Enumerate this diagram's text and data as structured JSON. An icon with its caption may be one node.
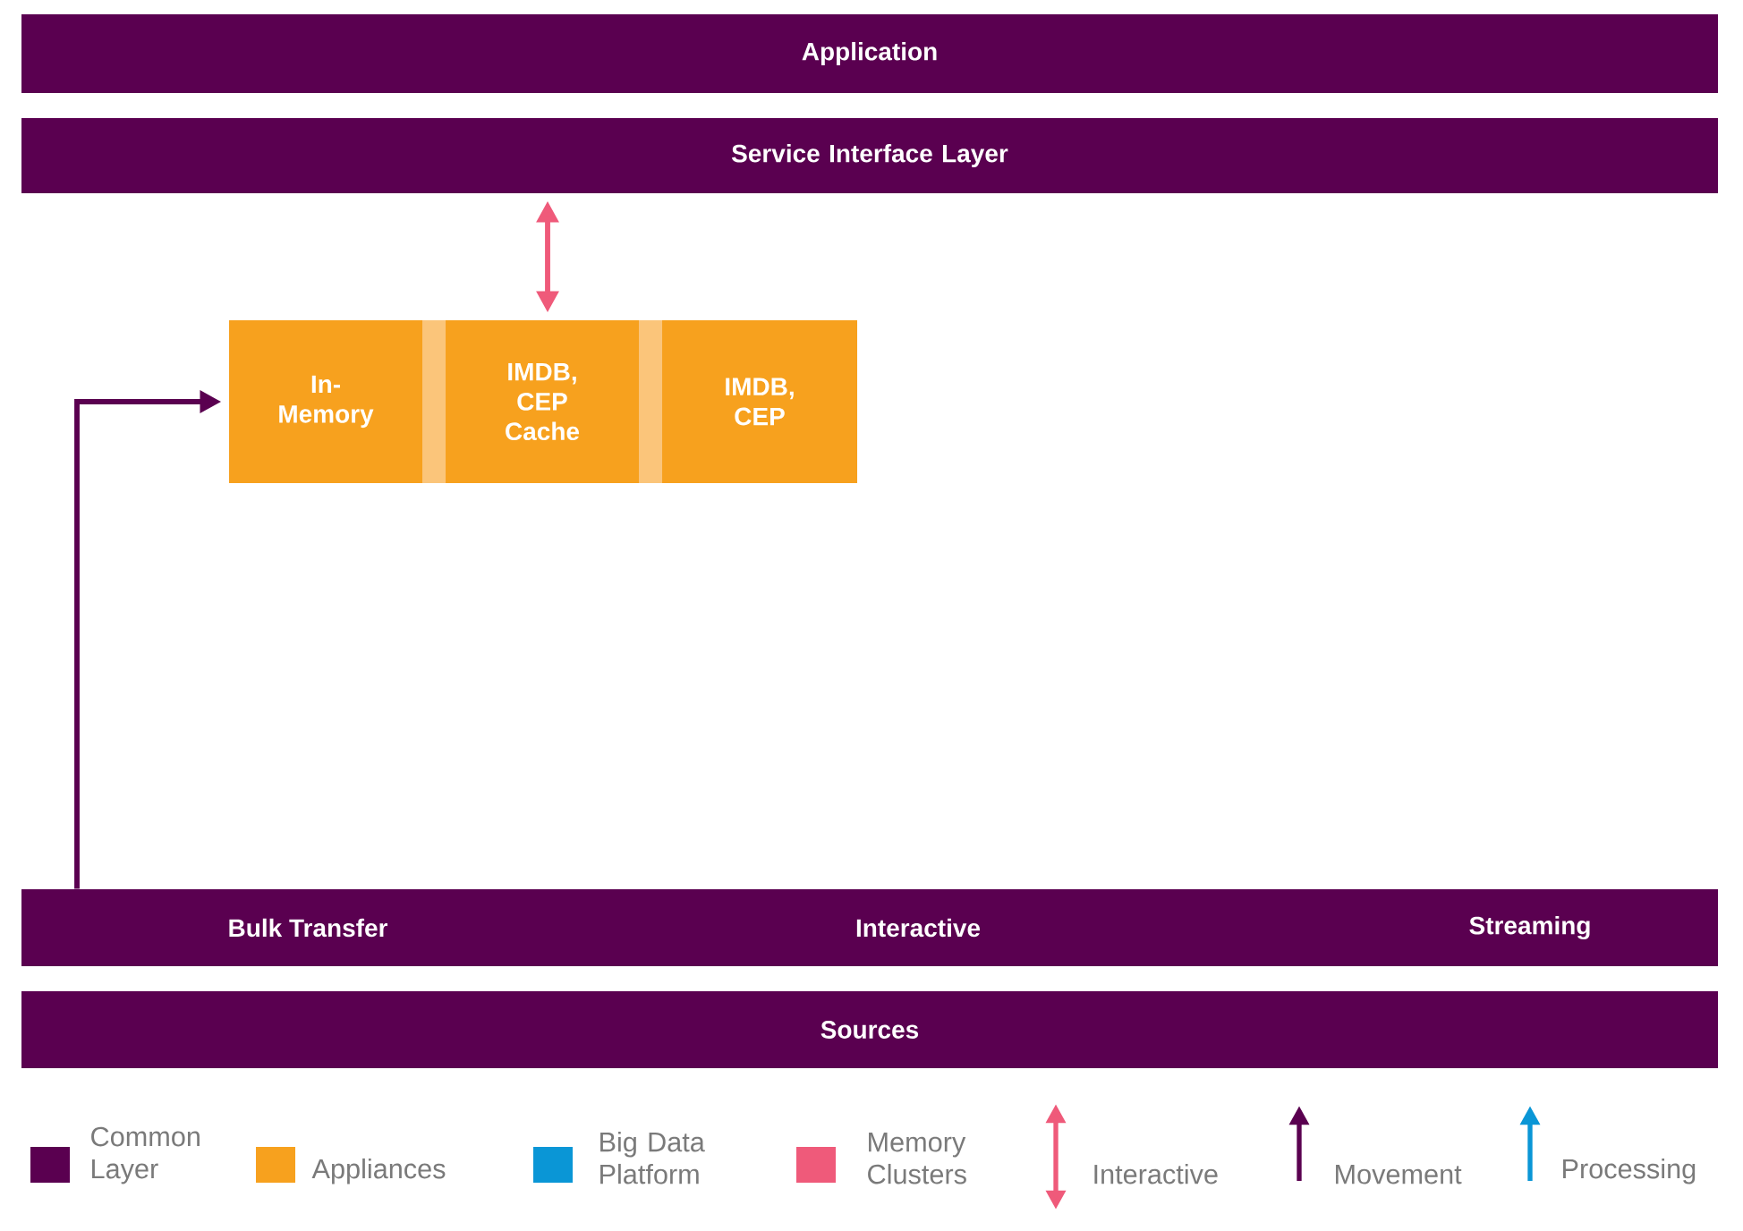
{
  "diagram": {
    "nodes": [
      {
        "text": [
          "Application"
        ]
      },
      {
        "text": [
          "Service Interface Layer"
        ]
      },
      {
        "text": [
          "In- Memory"
        ]
      },
      {
        "text": [
          "IMDB, CEP Cache"
        ]
      },
      {
        "text": [
          "IMDB, CEP"
        ]
      },
      {
        "text": [
          "Bulk Transfer",
          "Interactive",
          "Streaming"
        ]
      },
      {
        "text": [
          "Sources"
        ]
      }
    ],
    "edges": [
      {
        "from": 1,
        "to": 3,
        "arrow": "both",
        "color": "#ef5a7a"
      },
      {
        "from": 5,
        "to": 2,
        "arrow": "to",
        "color": "#5a0050"
      }
    ],
    "legend": [
      {
        "text": "Common Layer",
        "color": "#5a0050"
      },
      {
        "text": "Appliances",
        "color": "#f7a11e"
      },
      {
        "text": "Big Data Platform",
        "color": "#0a96d6"
      },
      {
        "text": "Memory Clusters",
        "color": "#ef5a7a"
      },
      {
        "text": "Interactive"
      },
      {
        "text": "Movement"
      },
      {
        "text": "Processing"
      }
    ]
  }
}
